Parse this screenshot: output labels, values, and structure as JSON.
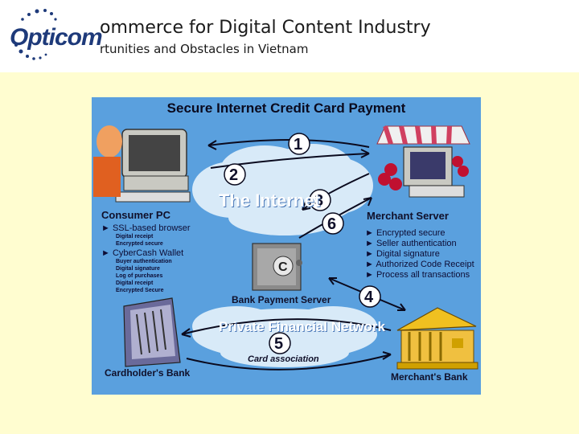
{
  "header": {
    "title": "ommerce for Digital Content Industry",
    "subtitle": "rtunities and Obstacles in Vietnam",
    "logo_text": "Opticom"
  },
  "diagram": {
    "title": "Secure Internet Credit Card Payment",
    "internet_label": "The Internet",
    "private_network_label": "Private Financial Network",
    "card_association_label": "Card association",
    "steps": [
      "1",
      "2",
      "3",
      "4",
      "5",
      "6"
    ],
    "consumer": {
      "title": "Consumer PC",
      "bullet1": "SSL-based browser",
      "bullet1_subs": [
        "Digital receipt",
        "Encrypted secure"
      ],
      "bullet2": "CyberCash Wallet",
      "bullet2_subs": [
        "Buyer authentication",
        "Digital signature",
        "Log of purchases",
        "Digital receipt",
        "Encrypted Secure"
      ]
    },
    "merchant_server": {
      "title": "Merchant Server",
      "bullets": [
        "Encrypted secure",
        "Seller authentication",
        "Digital signature",
        "Authorized Code Receipt",
        "Process all transactions"
      ]
    },
    "bank_payment_server": {
      "title": "Bank Payment Server"
    },
    "cardholders_bank": {
      "title": "Cardholder's Bank"
    },
    "merchants_bank": {
      "title": "Merchant's Bank"
    },
    "colors": {
      "background": "#5aa0de",
      "cloud": "#d8eaf8",
      "page": "#fffdd0"
    }
  }
}
